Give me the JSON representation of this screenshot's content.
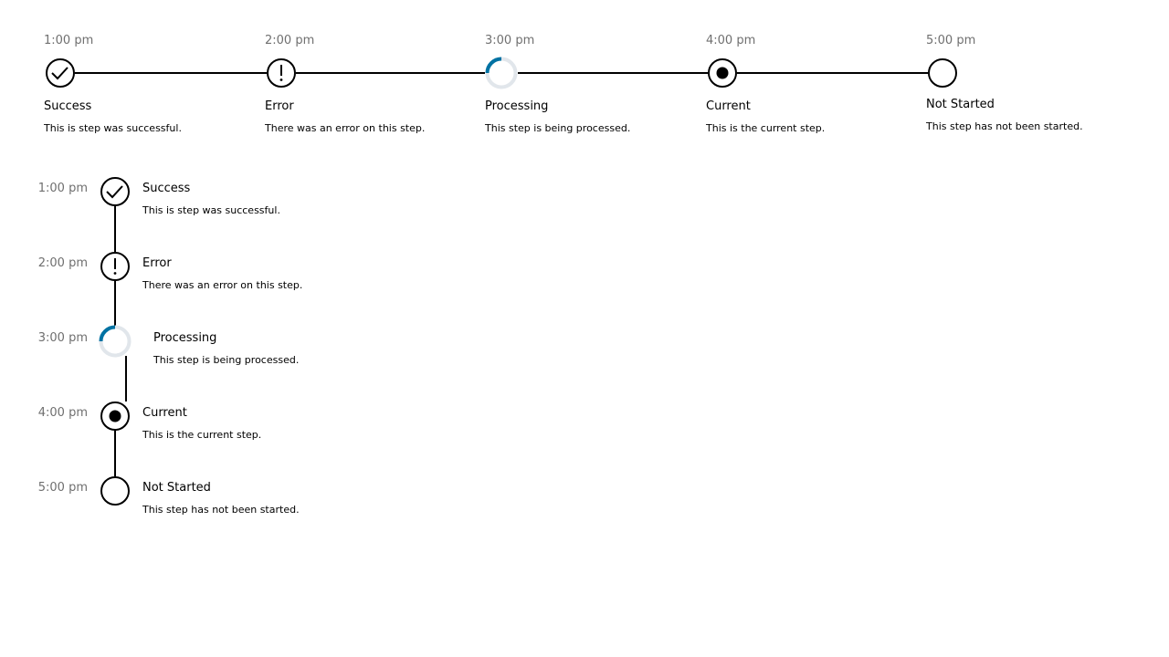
{
  "horizontal": {
    "steps": [
      {
        "time": "1:00 pm",
        "title": "Success",
        "desc": "This is step was successful.",
        "status": "success",
        "icon": "success-check-icon"
      },
      {
        "time": "2:00 pm",
        "title": "Error",
        "desc": "There was an error on this step.",
        "status": "error",
        "icon": "error-exclamation-icon"
      },
      {
        "time": "3:00 pm",
        "title": "Processing",
        "desc": "This step is being processed.",
        "status": "processing",
        "icon": "processing-spinner-icon"
      },
      {
        "time": "4:00 pm",
        "title": "Current",
        "desc": "This is the current step.",
        "status": "current",
        "icon": "current-dot-icon"
      },
      {
        "time": "5:00 pm",
        "title": "Not Started",
        "desc": "This step has not been started.",
        "status": "not-started",
        "icon": "not-started-circle-icon"
      }
    ]
  },
  "vertical": {
    "steps": [
      {
        "time": "1:00 pm",
        "title": "Success",
        "desc": "This is step was successful.",
        "status": "success",
        "icon": "success-check-icon"
      },
      {
        "time": "2:00 pm",
        "title": "Error",
        "desc": "There was an error on this step.",
        "status": "error",
        "icon": "error-exclamation-icon"
      },
      {
        "time": "3:00 pm",
        "title": "Processing",
        "desc": "This step is being processed.",
        "status": "processing",
        "icon": "processing-spinner-icon"
      },
      {
        "time": "4:00 pm",
        "title": "Current",
        "desc": "This is the current step.",
        "status": "current",
        "icon": "current-dot-icon"
      },
      {
        "time": "5:00 pm",
        "title": "Not Started",
        "desc": "This step has not been started.",
        "status": "not-started",
        "icon": "not-started-circle-icon"
      }
    ]
  },
  "colors": {
    "line": "#000000",
    "time_text": "#6f6f6f",
    "spinner_accent": "#0072a3",
    "spinner_track": "#e1e6eb"
  }
}
